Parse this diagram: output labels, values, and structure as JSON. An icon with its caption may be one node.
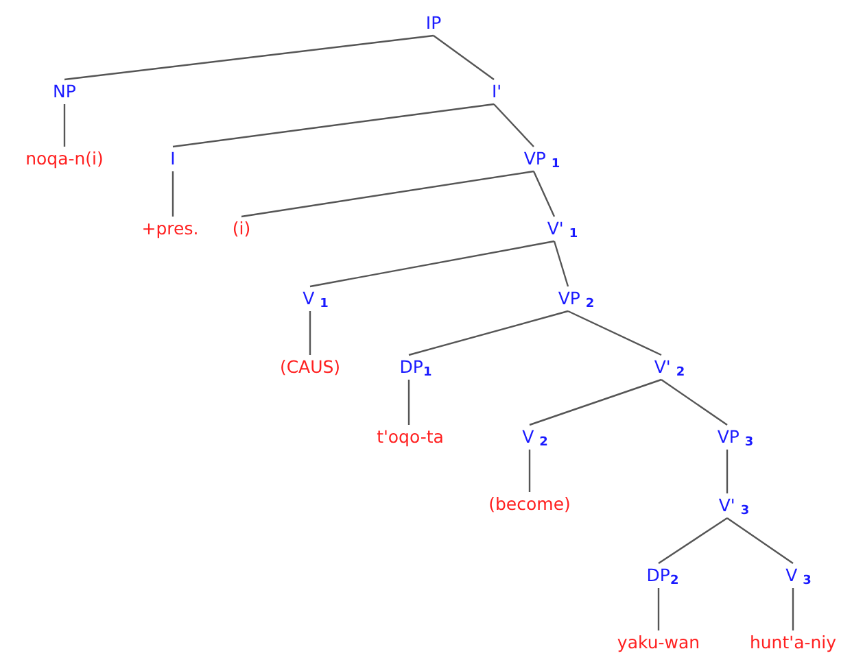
{
  "diagram": {
    "nodes": [
      {
        "text": [
          "IP"
        ]
      },
      {
        "text": [
          "NP"
        ]
      },
      {
        "text": [
          "I'"
        ]
      },
      {
        "text": [
          "noqa-n(i)"
        ]
      },
      {
        "text": [
          "I"
        ]
      },
      {
        "text": [
          "VP $_{1}$"
        ]
      },
      {
        "text": [
          "+pres."
        ]
      },
      {
        "text": [
          "(i)"
        ]
      },
      {
        "text": [
          "V' $_{1}$"
        ]
      },
      {
        "text": [
          "V $_{1}$"
        ]
      },
      {
        "text": [
          "VP $_{2}$"
        ]
      },
      {
        "text": [
          "(CAUS)"
        ]
      },
      {
        "text": [
          "DP$_{1}$"
        ]
      },
      {
        "text": [
          "V' $_{2}$"
        ]
      },
      {
        "text": [
          "t'oqo-ta"
        ]
      },
      {
        "text": [
          "V $_{2}$"
        ]
      },
      {
        "text": [
          "VP $_{3}$"
        ]
      },
      {
        "text": [
          "(become)"
        ]
      },
      {
        "text": [
          "V' $_{3}$"
        ]
      },
      {
        "text": [
          "DP$_{2}$"
        ]
      },
      {
        "text": [
          "V $_{3}$"
        ]
      },
      {
        "text": [
          "yaku-wan"
        ]
      },
      {
        "text": [
          "hunt'a-niy"
        ]
      }
    ],
    "edges": [
      {
        "from": 0,
        "to": 1,
        "arrow": "none"
      },
      {
        "from": 0,
        "to": 2,
        "arrow": "none"
      },
      {
        "from": 1,
        "to": 3,
        "arrow": "none"
      },
      {
        "from": 2,
        "to": 4,
        "arrow": "none"
      },
      {
        "from": 2,
        "to": 5,
        "arrow": "none"
      },
      {
        "from": 4,
        "to": 6,
        "arrow": "none"
      },
      {
        "from": 5,
        "to": 7,
        "arrow": "none"
      },
      {
        "from": 5,
        "to": 8,
        "arrow": "none"
      },
      {
        "from": 8,
        "to": 9,
        "arrow": "none"
      },
      {
        "from": 8,
        "to": 10,
        "arrow": "none"
      },
      {
        "from": 9,
        "to": 11,
        "arrow": "none"
      },
      {
        "from": 10,
        "to": 12,
        "arrow": "none"
      },
      {
        "from": 10,
        "to": 13,
        "arrow": "none"
      },
      {
        "from": 12,
        "to": 14,
        "arrow": "none"
      },
      {
        "from": 13,
        "to": 15,
        "arrow": "none"
      },
      {
        "from": 13,
        "to": 16,
        "arrow": "none"
      },
      {
        "from": 15,
        "to": 17,
        "arrow": "none"
      },
      {
        "from": 16,
        "to": 18,
        "arrow": "none"
      },
      {
        "from": 18,
        "to": 19,
        "arrow": "none"
      },
      {
        "from": 18,
        "to": 20,
        "arrow": "none"
      },
      {
        "from": 19,
        "to": 21,
        "arrow": "none"
      },
      {
        "from": 20,
        "to": 22,
        "arrow": "none"
      }
    ]
  }
}
